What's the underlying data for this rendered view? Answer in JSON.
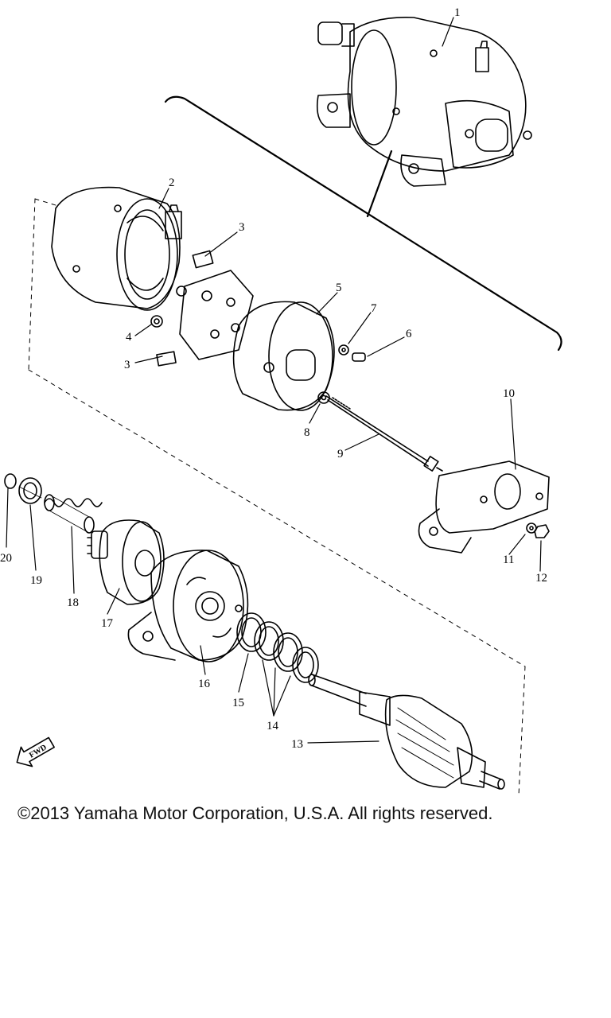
{
  "diagram": {
    "callouts": {
      "c1": "1",
      "c2": "2",
      "c3a": "3",
      "c3b": "3",
      "c4": "4",
      "c5": "5",
      "c6": "6",
      "c7": "7",
      "c8": "8",
      "c9": "9",
      "c10": "10",
      "c11": "11",
      "c12": "12",
      "c13": "13",
      "c14": "14",
      "c15": "15",
      "c16": "16",
      "c17": "17",
      "c18": "18",
      "c19": "19",
      "c20": "20"
    },
    "fwd_label": "FWD"
  },
  "copyright": "©2013 Yamaha Motor Corporation, U.S.A. All rights reserved."
}
